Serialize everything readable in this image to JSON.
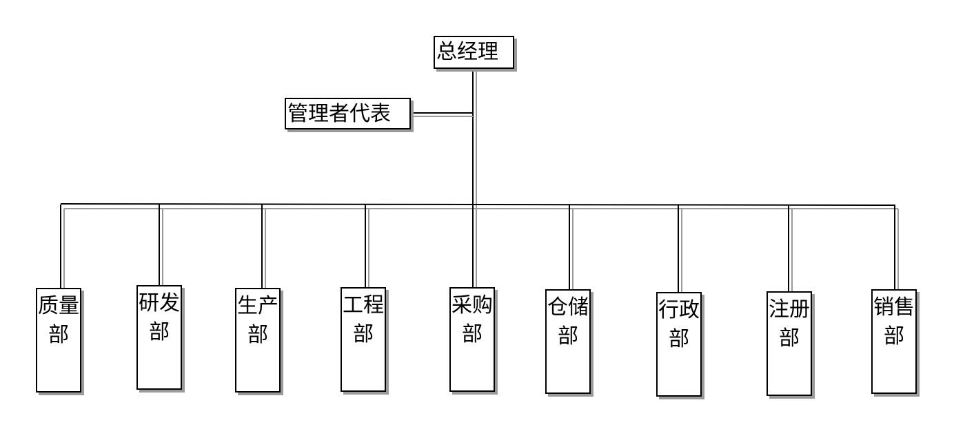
{
  "org_chart": {
    "top": {
      "label": "总经理"
    },
    "representative": {
      "label": "管理者代表"
    },
    "departments": [
      {
        "label": "质量部"
      },
      {
        "label": "研发部"
      },
      {
        "label": "生产部"
      },
      {
        "label": "工程部"
      },
      {
        "label": "采购部"
      },
      {
        "label": "仓储部"
      },
      {
        "label": "行政部"
      },
      {
        "label": "注册部"
      },
      {
        "label": "销售部"
      }
    ]
  }
}
